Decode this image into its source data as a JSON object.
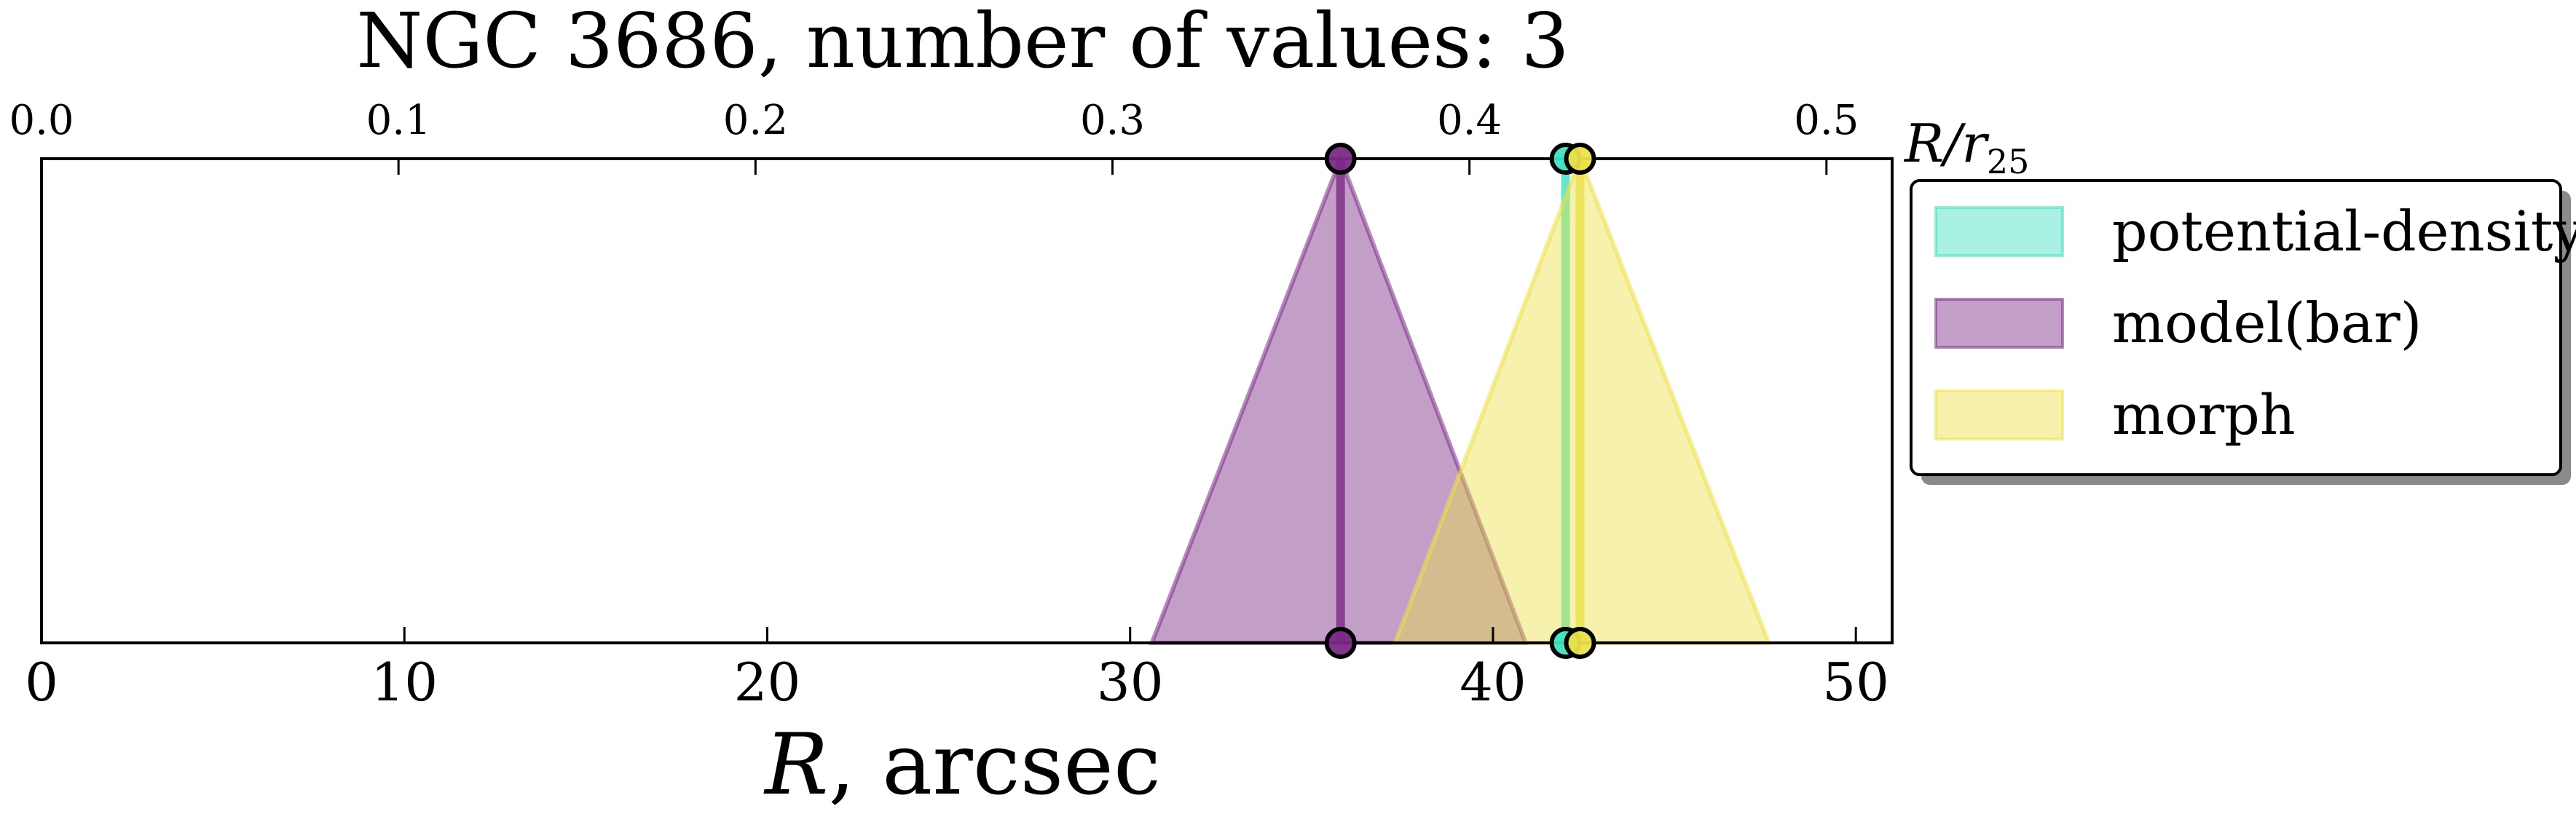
{
  "chart_data": {
    "type": "area",
    "title": "NGC 3686, number of values: 3",
    "xlabel_main": "R",
    "xlabel_rest": ", arcsec",
    "top_axis_label_main": "R/r",
    "top_axis_label_sub": "25",
    "xlim": [
      0,
      51
    ],
    "x_ticks": [
      0,
      10,
      20,
      30,
      40,
      50
    ],
    "x_tick_labels": [
      "0",
      "10",
      "20",
      "30",
      "40",
      "50"
    ],
    "top_xlim": [
      0,
      0.5184
    ],
    "top_ticks": [
      0.0,
      0.1,
      0.2,
      0.3,
      0.4,
      0.5
    ],
    "top_tick_labels": [
      "0.0",
      "0.1",
      "0.2",
      "0.3",
      "0.4",
      "0.5"
    ],
    "grid": false,
    "legend_position": "right",
    "series": [
      {
        "name": "potential-density",
        "center": 42.0,
        "low": 42.0,
        "high": 42.0,
        "color": "#40e0c0"
      },
      {
        "name": "model(bar)",
        "center": 35.8,
        "low": 30.6,
        "high": 40.9,
        "color": "#7a2a85"
      },
      {
        "name": "morph",
        "center": 42.4,
        "low": 37.3,
        "high": 47.6,
        "color": "#ece048"
      }
    ]
  }
}
